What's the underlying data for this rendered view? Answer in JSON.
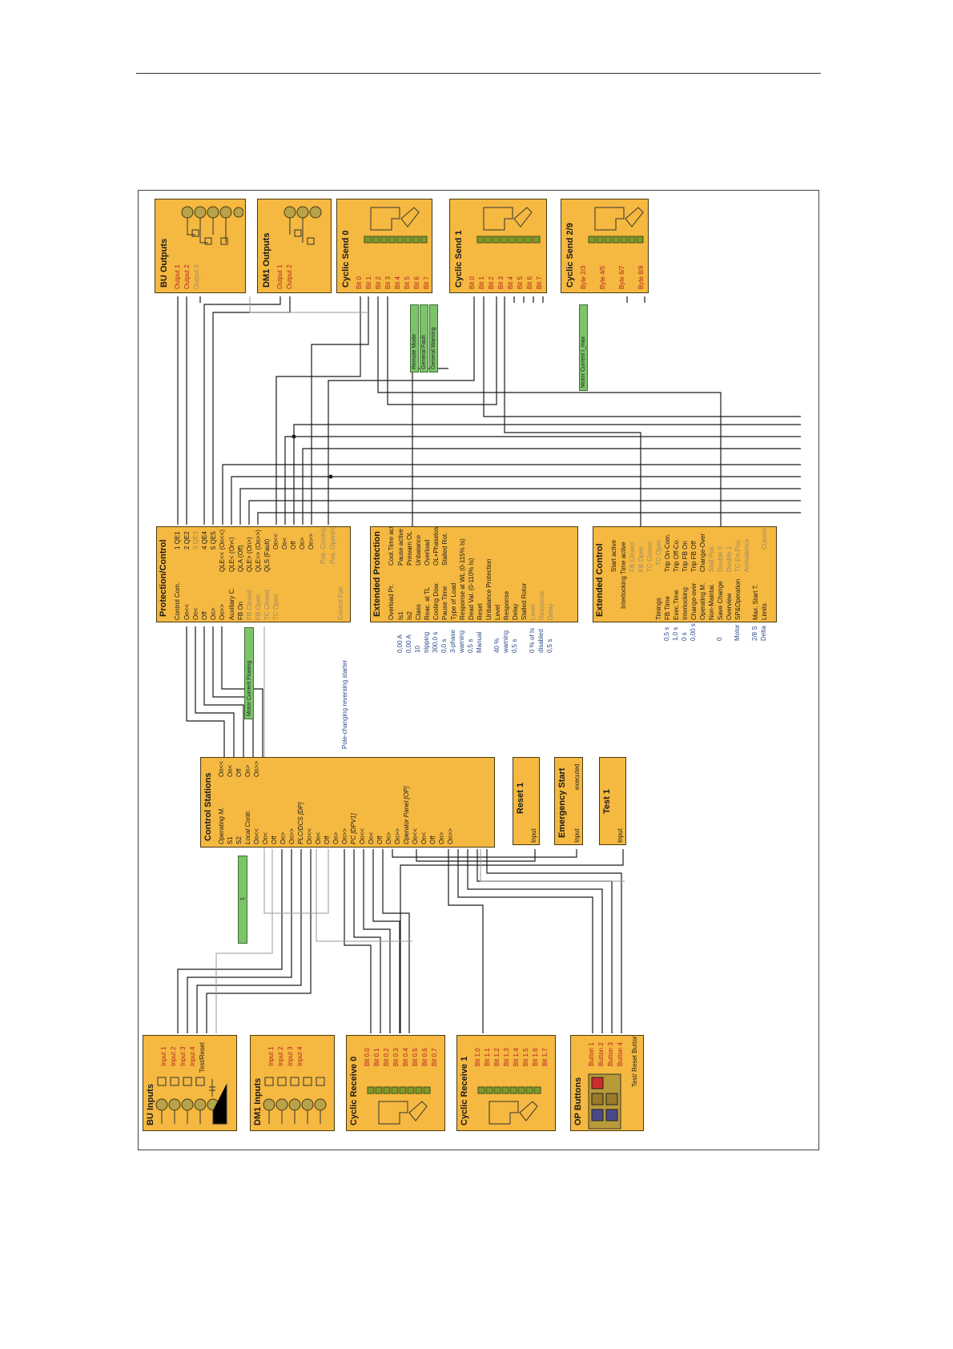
{
  "blocks": {
    "bu_outputs": {
      "title": "BU Outputs",
      "ports": [
        "Output 1",
        "Output 2",
        "Output 3"
      ]
    },
    "dm1_outputs": {
      "title": "DM1 Outputs",
      "ports": [
        "Output 1",
        "Output 2"
      ]
    },
    "cyclic_send_0": {
      "title": "Cyclic Send 0",
      "ports": [
        "Bit 0",
        "Bit 1",
        "Bit 2",
        "Bit 3",
        "Bit 4",
        "Bit 5",
        "Bit 6",
        "Bit 7"
      ]
    },
    "cyclic_send_1": {
      "title": "Cyclic Send 1",
      "ports": [
        "Bit 0",
        "Bit 1",
        "Bit 2",
        "Bit 3",
        "Bit 4",
        "Bit 5",
        "Bit 6",
        "Bit 7"
      ]
    },
    "cyclic_send_29": {
      "title": "Cyclic Send 2/9",
      "ports": [
        "Byte 2/3",
        "Byte 4/5",
        "Byte 6/7",
        "Byte 8/9"
      ]
    },
    "protection_control": {
      "title": "Protection/Control",
      "inputs": [
        "Control Com.",
        "On<<",
        "On<",
        "Off",
        "On>",
        "On>>",
        "Auxiliary C.",
        "FB On",
        "FB Closed",
        "FB Open",
        "TC Closed",
        "TC Open"
      ],
      "outputs": [
        "1 QE1",
        "2 QE2",
        "3 QE3",
        "4 QE4",
        "5 QE5",
        "QLE<< (On<<)",
        "QLE< (On<)",
        "QLA (Off)",
        "QLE> (On>)",
        "QLE>> (On>>)",
        "QLS (Fault)",
        "On<<",
        "On<",
        "Off",
        "On>",
        "On>>",
        "Pos. Closing",
        "Pos. Opening"
      ],
      "annot": "Pole-changing reversing starter",
      "annot2": "Control Fan"
    },
    "extended_protection": {
      "title": "Extended Protection",
      "inputs": [
        "Overload Pr.",
        "Is1",
        "Is2",
        "Class",
        "Reac. at TL",
        "Cooling Dow.",
        "Pause Time",
        "Type of Load",
        "Response at WL (0-115% Is)",
        "Dead Val. (0-110% Is)",
        "Reset",
        "Unbalance Protection",
        "Level",
        "Response",
        "Delay",
        "Stalled Rotor",
        "Level",
        "Response",
        "Delay"
      ],
      "values": [
        "0,00 A",
        "0,00 A",
        "10",
        "tripping",
        "300,0 s",
        "0,0 s",
        "3-phase",
        "warning",
        "0,5 s",
        "Manual",
        "40 %",
        "warning",
        "0,5 s",
        "0 % of Is",
        "disabled",
        "0,5 s"
      ],
      "outputs": [
        "Cool.Time act.",
        "Pause active",
        "Prewarn OL",
        "Unbalance",
        "Overload",
        "OL+Phaseloss",
        "Stalled Rot."
      ]
    },
    "extended_control": {
      "title": "Extended Control",
      "inputs": [
        "Timings",
        "FB Time",
        "Exec.Time",
        "Interlocking",
        "Change-over",
        "Operating M.",
        "Non-Maintai.",
        "Save Change",
        "Overview",
        "SP&Operation",
        "Max. Start T.",
        "Limits"
      ],
      "values": [
        "0,5 s",
        "1,0 s",
        "0 s",
        "0,00 s",
        "0",
        "Motor",
        "2/8 S",
        "Delta"
      ],
      "outputs": [
        "Start active",
        "Interlocking Time active",
        "FB Closed",
        "FB Open",
        "TC Closed",
        "TC Open",
        "Trip On-Com.",
        "Trip Off-Co.",
        "Trip FB On",
        "Trip FB Off",
        "Change-Over",
        "Stall Pos.",
        "Double 0",
        "Double 1",
        "TC Err.Pos.",
        "Antivalence",
        "Current Max"
      ]
    },
    "control_stations": {
      "title": "Control Stations",
      "inputs": [
        "Operating M.",
        "S1",
        "S2",
        "Local Contr.",
        "On<<",
        "On<",
        "Off",
        "On>",
        "On>>",
        "PLC/DCS [DP]",
        "On<<",
        "On<",
        "Off",
        "On>",
        "On>>",
        "PC [DPV1]",
        "On<<",
        "On<",
        "Off",
        "On>",
        "On>>",
        "Operator Panel [OP]",
        "On<<",
        "On<",
        "Off",
        "On>",
        "On>>"
      ],
      "outputs": [
        "On<<",
        "On<",
        "Off",
        "On>",
        "On>>"
      ]
    },
    "reset_1": {
      "title": "Reset 1",
      "port": "Input"
    },
    "emergency_start": {
      "title": "Emergency Start",
      "port": "Input",
      "out": "executed"
    },
    "test_1": {
      "title": "Test 1",
      "port": "Input"
    },
    "bu_inputs": {
      "title": "BU Inputs",
      "ports": [
        "Input 1",
        "Input 2",
        "Input 3",
        "Input 4",
        "Test/Reset"
      ]
    },
    "dm1_inputs": {
      "title": "DM1 Inputs",
      "ports": [
        "Input 1",
        "Input 2",
        "Input 3",
        "Input 4"
      ]
    },
    "cyclic_receive_0": {
      "title": "Cyclic Receive 0",
      "ports": [
        "Bit 0.0",
        "Bit 0.1",
        "Bit 0.2",
        "Bit 0.3",
        "Bit 0.4",
        "Bit 0.5",
        "Bit 0.6",
        "Bit 0.7"
      ]
    },
    "cyclic_receive_1": {
      "title": "Cyclic Receive 1",
      "ports": [
        "Bit 1.0",
        "Bit 1.1",
        "Bit 1.2",
        "Bit 1.3",
        "Bit 1.4",
        "Bit 1.5",
        "Bit 1.6",
        "Bit 1.7"
      ]
    },
    "op_buttons": {
      "title": "OP Buttons",
      "ports": [
        "Button 1",
        "Button 2",
        "Button 3",
        "Button 4",
        "Test/ Reset Button"
      ]
    }
  },
  "tags": {
    "remote_mode": "Remote Mode",
    "general_fault": "General Fault",
    "general_warning": "General Warning",
    "motor_current": "Motor Current I_max",
    "motor_current_flowing": "Motor Current Flowing",
    "s1_tag": "1"
  },
  "colors": {
    "block": "#f5b840",
    "tag": "#7cc46a",
    "wire": "#1b1b1b",
    "wire_light": "#9a9a9a",
    "led": "#7a9b2c"
  }
}
